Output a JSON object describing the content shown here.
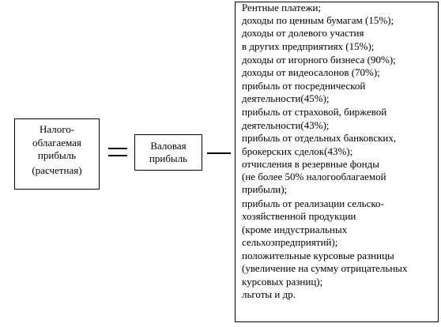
{
  "left_box": {
    "lines": [
      "Налого-",
      "облагаемая",
      "прибыль",
      "(расчетная)"
    ]
  },
  "middle_box": {
    "lines": [
      "Валовая",
      "прибыль"
    ]
  },
  "right_box": {
    "lines": [
      "Рентные платежи;",
      "доходы по ценным бумагам (15%);",
      "доходы от долевого участия",
      "в других предприятиях (15%);",
      "доходы от игорного бизнеса (90%);",
      "доходы от видеосалонов (70%);",
      "прибыль от посреднической",
      "деятельности(45%);",
      "прибыль от страховой, биржевой",
      "деятельности(43%);",
      "прибыль от отдельных банковских,",
      " брокерских сделок(43%);",
      "отчисления в резервные фонды",
      "(не более 50% налогооблагаемой",
      "прибыли);",
      "  прибыль от реализации сельско-",
      "  хозяйственной продукции",
      "(кроме индустриальных",
      "сельхозпредприятий);",
      "положительные курсовые разницы",
      "(увеличение на сумму отрицательных",
      "курсовых разниц);",
      "льготы и др."
    ]
  }
}
